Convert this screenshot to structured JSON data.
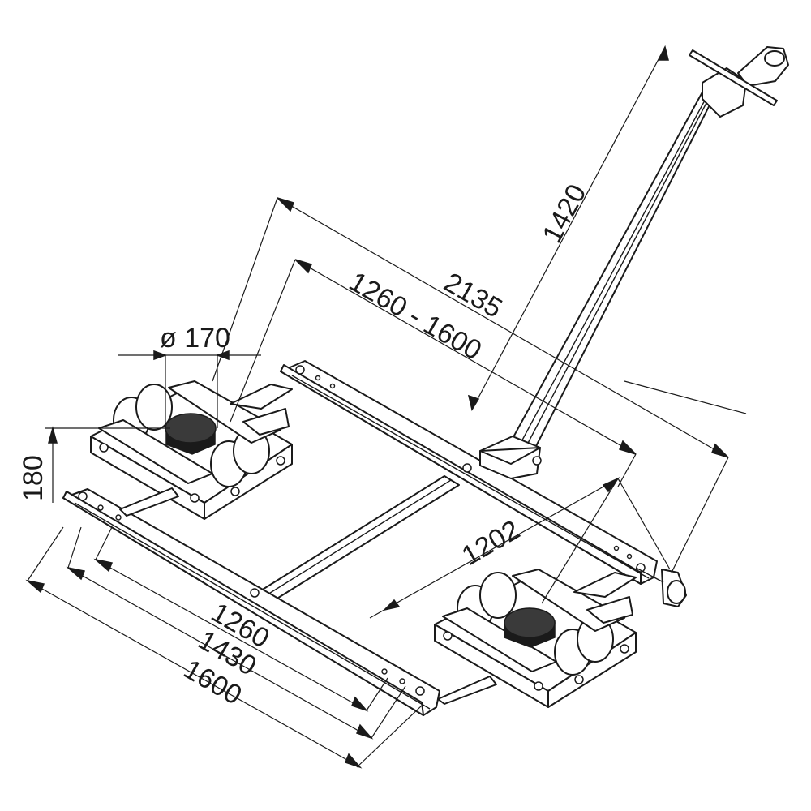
{
  "dimensions": {
    "handle_length": "1420",
    "overall_length": "2135",
    "adjustable_length": "1260 - 1600",
    "roller_diameter": "ø 170",
    "height": "180",
    "track_width": "1202",
    "width_a": "1260",
    "width_b": "1430",
    "width_c": "1600"
  },
  "colors": {
    "line": "#1a1a1a",
    "background": "#ffffff"
  }
}
